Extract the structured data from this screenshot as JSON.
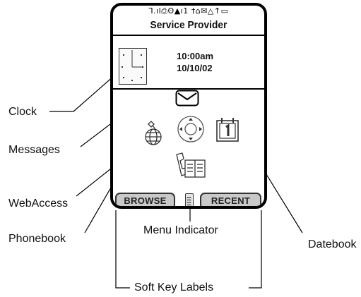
{
  "phone_screen": {
    "status_bar": "⅂.ıl⎙ʘ▲ı1  †⌂✉△↑▭",
    "provider": "Service Provider",
    "time": "10:00am",
    "date": "10/10/02",
    "softkey_left": "BROWSE",
    "softkey_right": "RECENT"
  },
  "callouts": {
    "clock": "Clock",
    "messages": "Messages",
    "webaccess": "WebAccess",
    "phonebook": "Phonebook",
    "menu_indicator": "Menu Indicator",
    "datebook": "Datebook",
    "soft_key_labels": "Soft Key Labels"
  },
  "icons": {
    "envelope": "envelope-icon",
    "globe": "globe-icon",
    "nav_pad": "nav-pad-icon",
    "calendar": "calendar-icon",
    "phonebook": "phonebook-icon",
    "clock": "clock-icon",
    "menu": "menu-indicator-icon"
  }
}
